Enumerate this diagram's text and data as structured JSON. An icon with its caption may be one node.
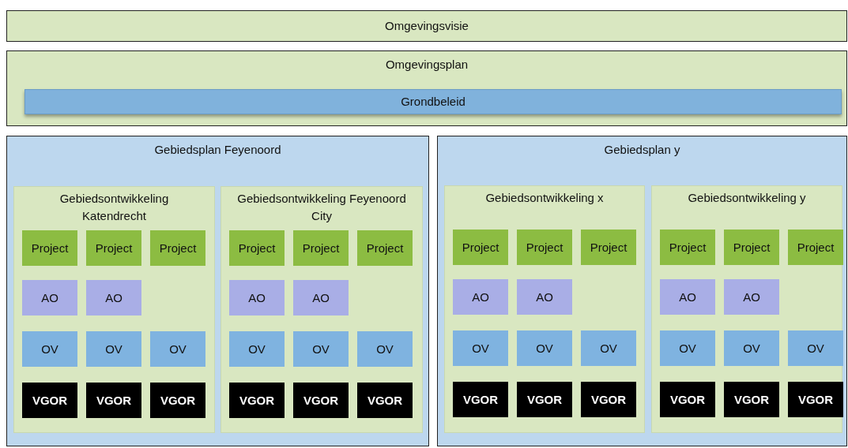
{
  "diagram": {
    "nodes": [
      {
        "text": [
          "Omgevingsvisie"
        ]
      },
      {
        "text": [
          "Omgevingsplan"
        ]
      },
      {
        "text": [
          "Grondbeleid"
        ],
        "in": 1
      },
      {
        "text": [
          "Gebiedsplan Feyenoord"
        ]
      },
      {
        "text": [
          "Gebiedsontwikkeling Katendrecht"
        ],
        "in": 3
      },
      {
        "text": [
          "Project"
        ],
        "in": 4
      },
      {
        "text": [
          "Project"
        ],
        "in": 4
      },
      {
        "text": [
          "Project"
        ],
        "in": 4
      },
      {
        "text": [
          "AO"
        ],
        "in": 4
      },
      {
        "text": [
          "AO"
        ],
        "in": 4
      },
      {
        "text": [
          "OV"
        ],
        "in": 4
      },
      {
        "text": [
          "OV"
        ],
        "in": 4
      },
      {
        "text": [
          "OV"
        ],
        "in": 4
      },
      {
        "text": [
          "VGOR"
        ],
        "in": 4
      },
      {
        "text": [
          "VGOR"
        ],
        "in": 4
      },
      {
        "text": [
          "VGOR"
        ],
        "in": 4
      },
      {
        "text": [
          "Gebiedsontwikkeling Feyenoord City"
        ],
        "in": 3
      },
      {
        "text": [
          "Project"
        ],
        "in": 16
      },
      {
        "text": [
          "Project"
        ],
        "in": 16
      },
      {
        "text": [
          "Project"
        ],
        "in": 16
      },
      {
        "text": [
          "AO"
        ],
        "in": 16
      },
      {
        "text": [
          "AO"
        ],
        "in": 16
      },
      {
        "text": [
          "OV"
        ],
        "in": 16
      },
      {
        "text": [
          "OV"
        ],
        "in": 16
      },
      {
        "text": [
          "OV"
        ],
        "in": 16
      },
      {
        "text": [
          "VGOR"
        ],
        "in": 16
      },
      {
        "text": [
          "VGOR"
        ],
        "in": 16
      },
      {
        "text": [
          "VGOR"
        ],
        "in": 16
      },
      {
        "text": [
          "Gebiedsplan y"
        ]
      },
      {
        "text": [
          "Gebiedsontwikkeling x"
        ],
        "in": 28
      },
      {
        "text": [
          "Project"
        ],
        "in": 29
      },
      {
        "text": [
          "Project"
        ],
        "in": 29
      },
      {
        "text": [
          "Project"
        ],
        "in": 29
      },
      {
        "text": [
          "AO"
        ],
        "in": 29
      },
      {
        "text": [
          "AO"
        ],
        "in": 29
      },
      {
        "text": [
          "OV"
        ],
        "in": 29
      },
      {
        "text": [
          "OV"
        ],
        "in": 29
      },
      {
        "text": [
          "OV"
        ],
        "in": 29
      },
      {
        "text": [
          "VGOR"
        ],
        "in": 29
      },
      {
        "text": [
          "VGOR"
        ],
        "in": 29
      },
      {
        "text": [
          "VGOR"
        ],
        "in": 29
      },
      {
        "text": [
          "Gebiedsontwikkeling y"
        ],
        "in": 28
      },
      {
        "text": [
          "Project"
        ],
        "in": 41
      },
      {
        "text": [
          "Project"
        ],
        "in": 41
      },
      {
        "text": [
          "Project"
        ],
        "in": 41
      },
      {
        "text": [
          "AO"
        ],
        "in": 41
      },
      {
        "text": [
          "AO"
        ],
        "in": 41
      },
      {
        "text": [
          "OV"
        ],
        "in": 41
      },
      {
        "text": [
          "OV"
        ],
        "in": 41
      },
      {
        "text": [
          "OV"
        ],
        "in": 41
      },
      {
        "text": [
          "VGOR"
        ],
        "in": 41
      },
      {
        "text": [
          "VGOR"
        ],
        "in": 41
      },
      {
        "text": [
          "VGOR"
        ],
        "in": 41
      }
    ]
  }
}
